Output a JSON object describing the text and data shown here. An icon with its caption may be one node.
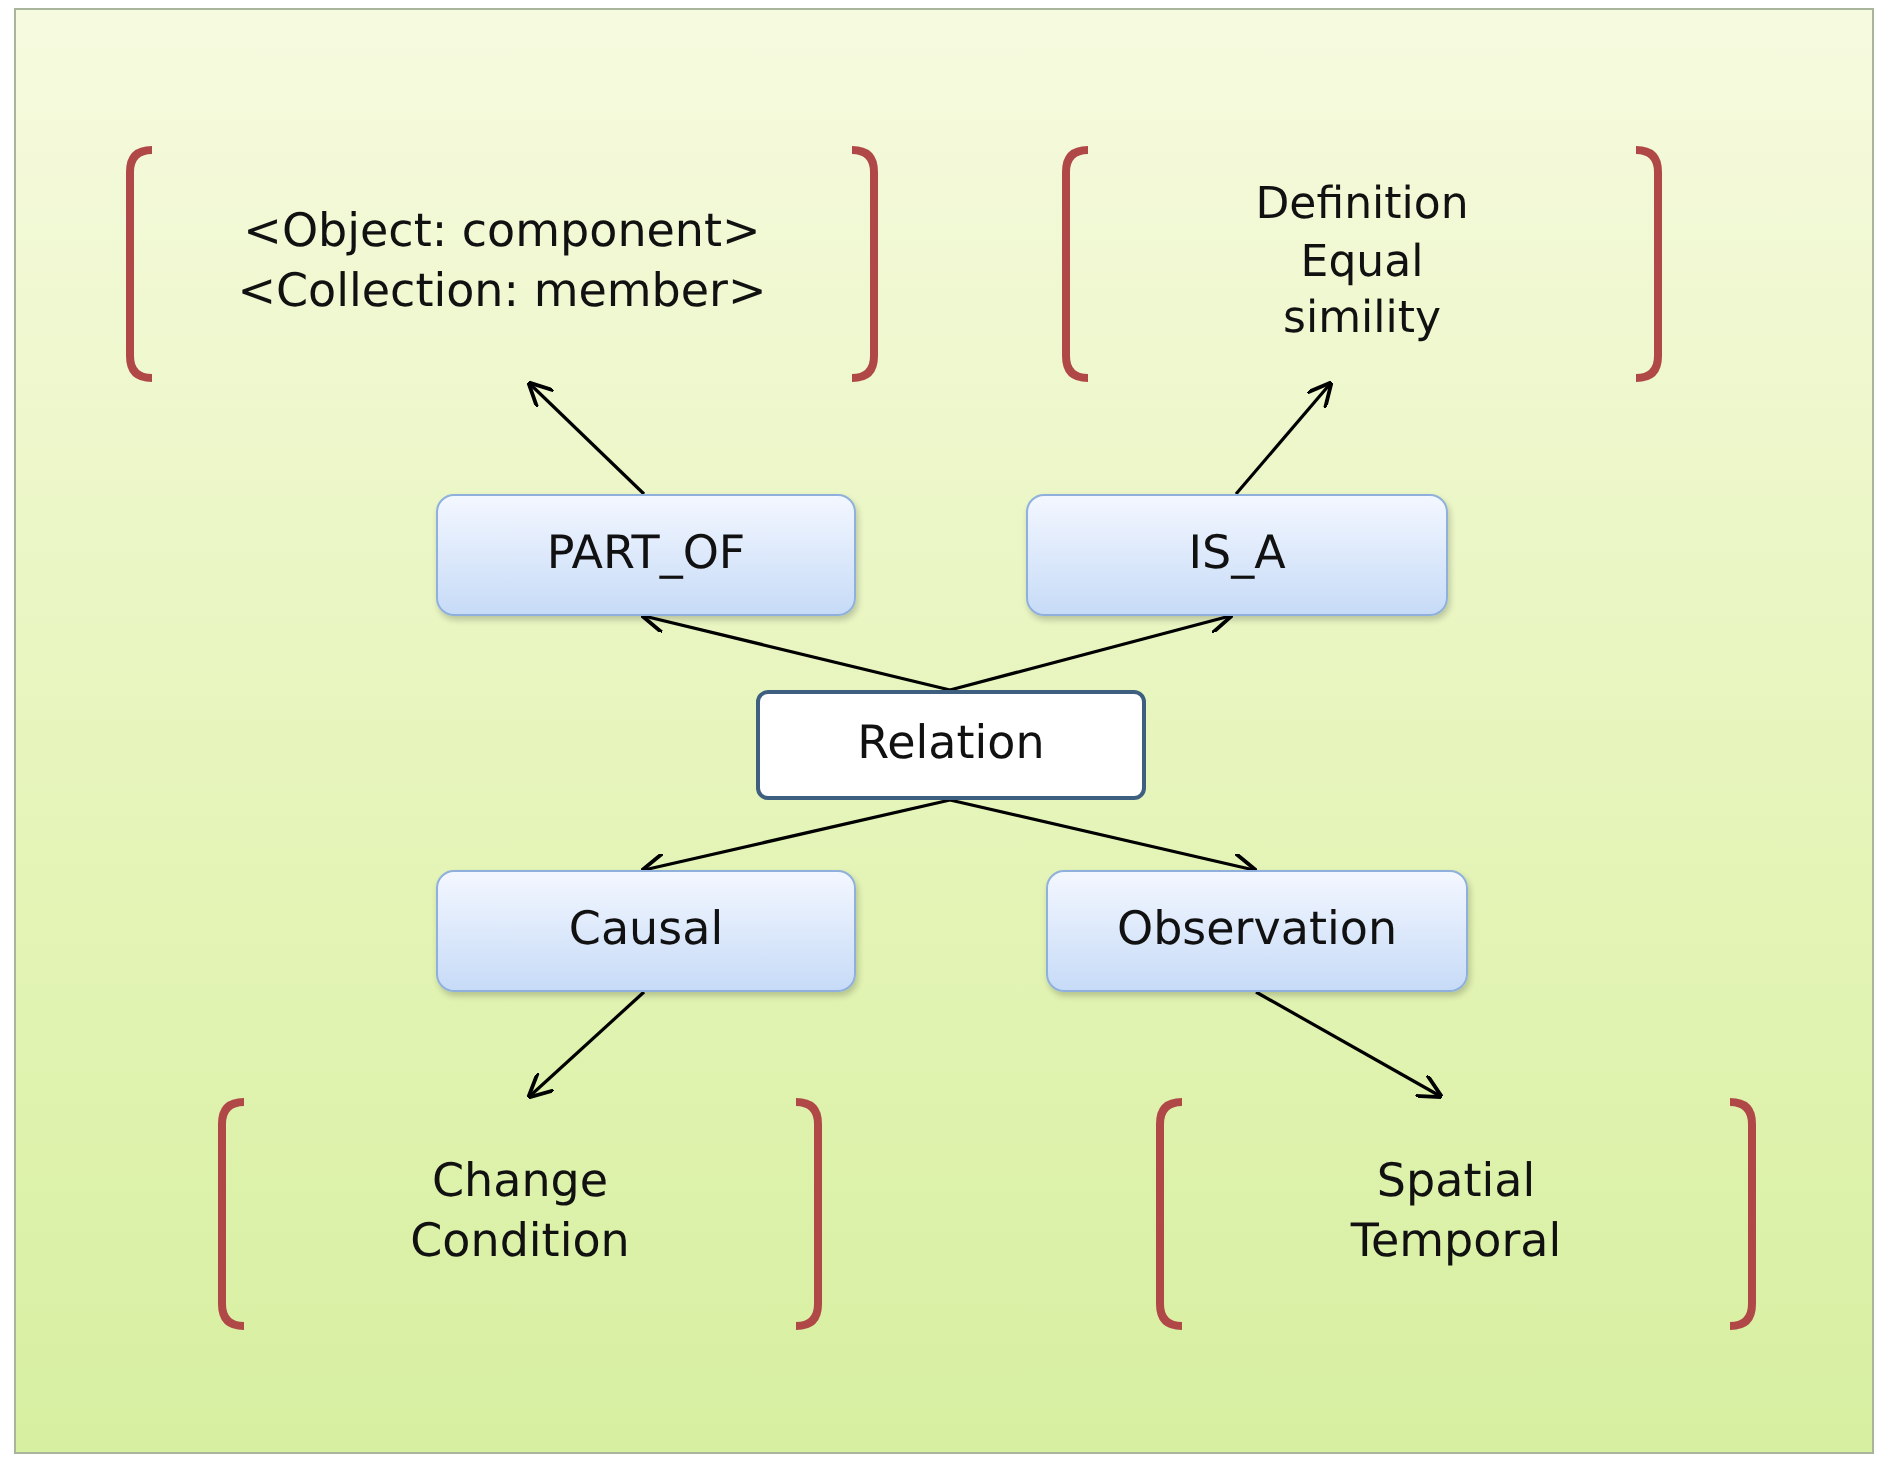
{
  "diagram": {
    "nodes": [
      {
        "text": [
          "Relation"
        ]
      },
      {
        "text": [
          "PART_OF"
        ]
      },
      {
        "text": [
          "IS_A"
        ]
      },
      {
        "text": [
          "Causal"
        ]
      },
      {
        "text": [
          "Observation"
        ]
      },
      {
        "text": [
          "<Object: component>",
          "<Collection: member>"
        ]
      },
      {
        "text": [
          "Definition",
          "Equal",
          "simility"
        ]
      },
      {
        "text": [
          "Change",
          "Condition"
        ]
      },
      {
        "text": [
          "Spatial",
          "Temporal"
        ]
      }
    ],
    "edges": [
      {
        "from": 0,
        "to": 1,
        "arrow": "to"
      },
      {
        "from": 0,
        "to": 2,
        "arrow": "to"
      },
      {
        "from": 0,
        "to": 3,
        "arrow": "to"
      },
      {
        "from": 0,
        "to": 4,
        "arrow": "to"
      },
      {
        "from": 1,
        "to": 5,
        "arrow": "to"
      },
      {
        "from": 2,
        "to": 6,
        "arrow": "to"
      },
      {
        "from": 3,
        "to": 7,
        "arrow": "to"
      },
      {
        "from": 4,
        "to": 8,
        "arrow": "to"
      }
    ]
  }
}
